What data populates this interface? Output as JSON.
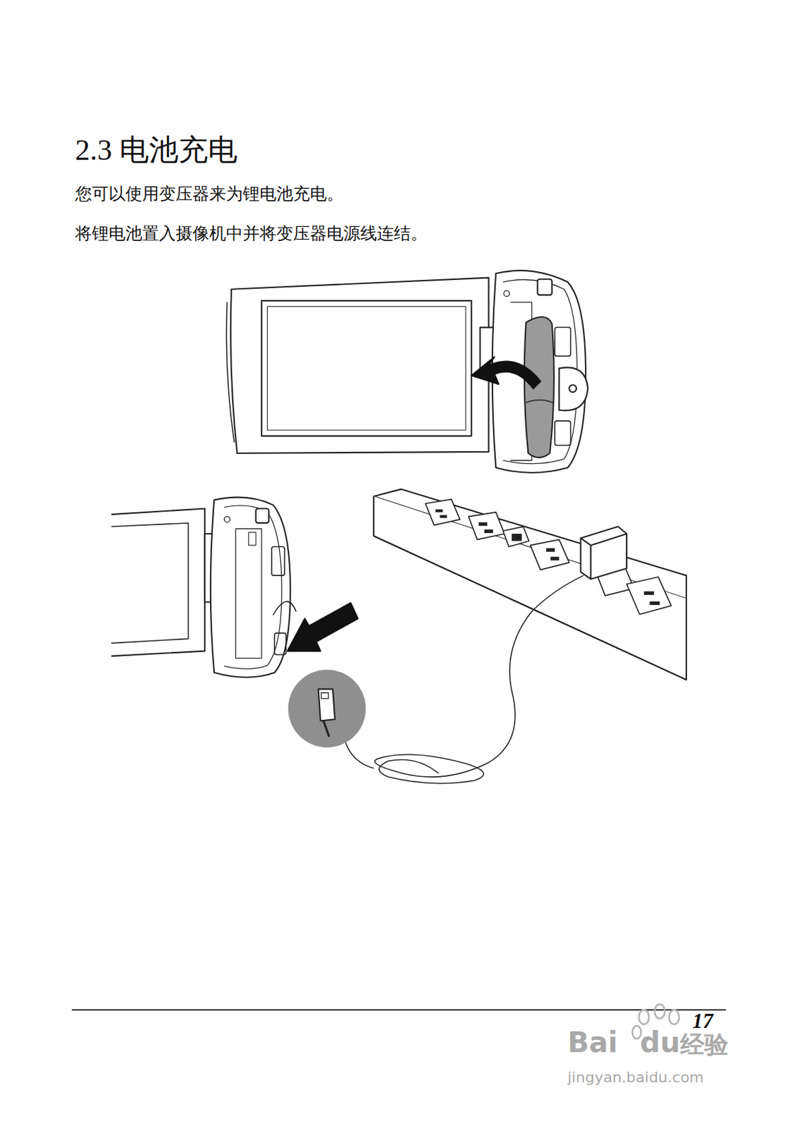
{
  "diagram": {
    "title": "2.3 电池充电",
    "labels": [
      "您可以使用变压器来为锂电池充电。",
      "将锂电池置入摄像机中并将变压器电源线连结。",
      "17",
      "Bai",
      "du",
      "经验",
      "jingyan.baidu.com"
    ]
  }
}
